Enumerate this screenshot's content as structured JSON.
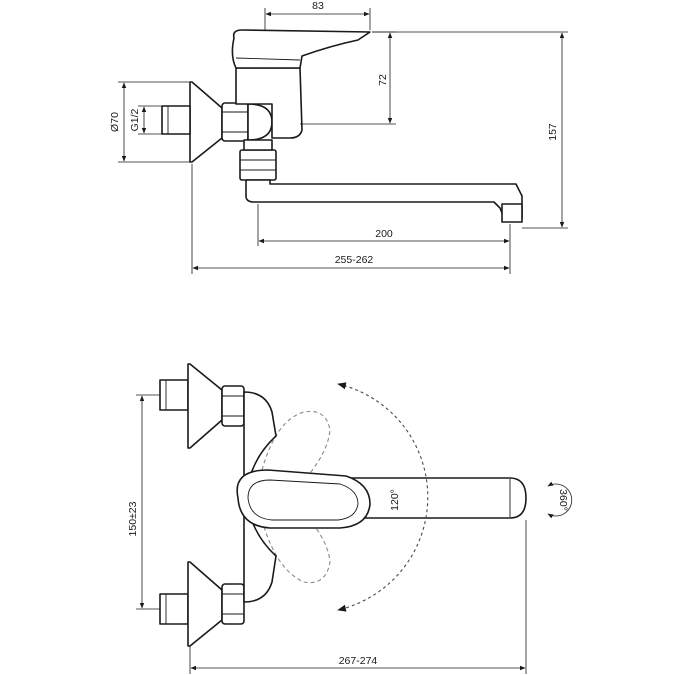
{
  "dimensions": {
    "top_view": {
      "handle_width": "83",
      "handle_height": "72",
      "total_height": "157",
      "rosette_diameter": "Ø70",
      "thread": "G1/2",
      "spout_length": "200",
      "total_length": "255-262"
    },
    "front_view": {
      "inlet_spacing": "150±23",
      "total_length": "267-274",
      "lever_rotation": "120°",
      "spout_rotation": "360°"
    }
  },
  "colors": {
    "line": "#1a1a1a",
    "ghost": "#8a8a8a",
    "background": "#ffffff"
  }
}
